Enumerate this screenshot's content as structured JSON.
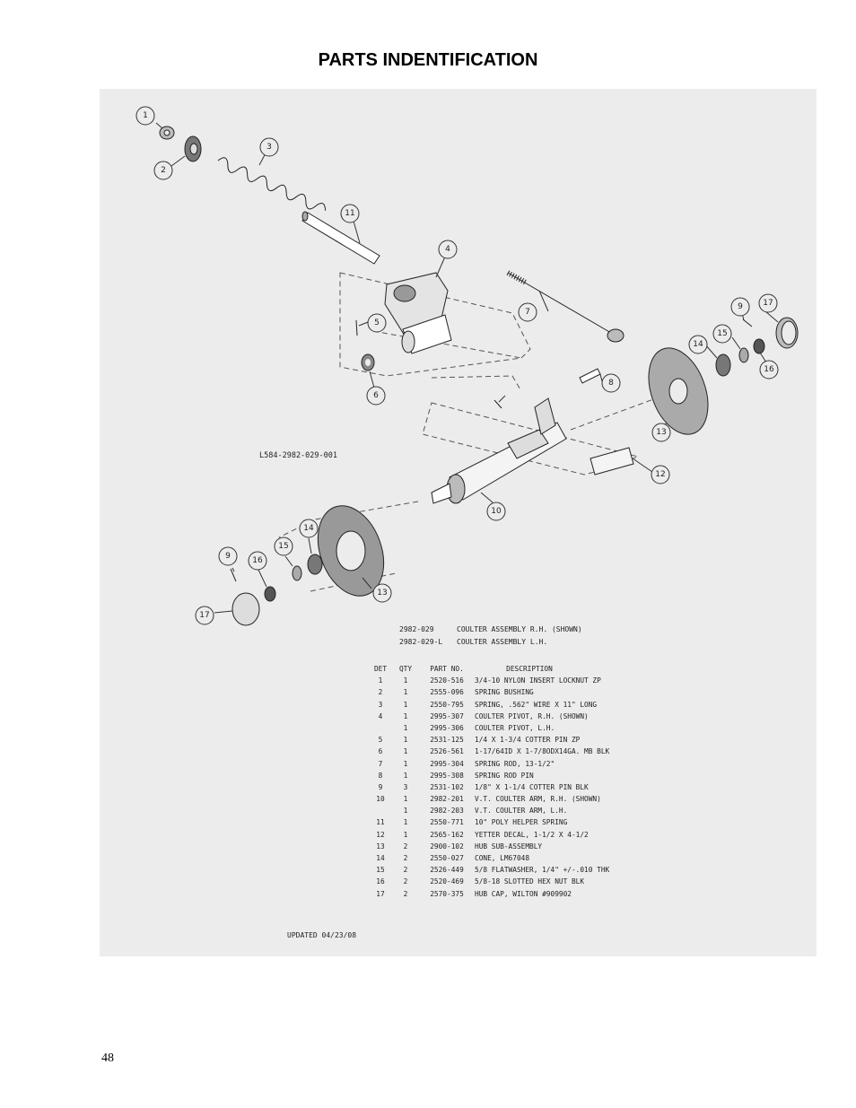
{
  "page": {
    "title": "PARTS INDENTIFICATION",
    "page_number": "48"
  },
  "diagram": {
    "drawing_number": "L584-2982-029-001",
    "callouts": [
      "1",
      "2",
      "3",
      "11",
      "4",
      "7",
      "9",
      "17",
      "5",
      "14",
      "15",
      "16",
      "6",
      "8",
      "13",
      "12",
      "10",
      "9",
      "14",
      "15",
      "16",
      "13",
      "17"
    ],
    "assemblies": [
      {
        "part_no": "2982-029",
        "description": "COULTER ASSEMBLY R.H. (SHOWN)"
      },
      {
        "part_no": "2982-029-L",
        "description": "COULTER ASSEMBLY L.H."
      }
    ],
    "table": {
      "headers": {
        "det": "DET",
        "qty": "QTY",
        "part_no": "PART NO.",
        "description": "DESCRIPTION"
      },
      "rows": [
        {
          "det": "1",
          "qty": "1",
          "part_no": "2520-516",
          "description": "3/4-10 NYLON INSERT LOCKNUT ZP"
        },
        {
          "det": "2",
          "qty": "1",
          "part_no": "2555-096",
          "description": "SPRING BUSHING"
        },
        {
          "det": "3",
          "qty": "1",
          "part_no": "2550-795",
          "description": "SPRING, .562\" WIRE X 11\" LONG"
        },
        {
          "det": "4",
          "qty": "1",
          "part_no": "2995-307",
          "description": "COULTER PIVOT, R.H. (SHOWN)"
        },
        {
          "det": "",
          "qty": "1",
          "part_no": "2995-306",
          "description": "COULTER PIVOT, L.H."
        },
        {
          "det": "5",
          "qty": "1",
          "part_no": "2531-125",
          "description": "1/4 X 1-3/4 COTTER PIN ZP"
        },
        {
          "det": "6",
          "qty": "1",
          "part_no": "2526-561",
          "description": "1-17/64ID X 1-7/8ODX14GA. MB BLK"
        },
        {
          "det": "7",
          "qty": "1",
          "part_no": "2995-304",
          "description": "SPRING ROD, 13-1/2\""
        },
        {
          "det": "8",
          "qty": "1",
          "part_no": "2995-308",
          "description": "SPRING ROD PIN"
        },
        {
          "det": "9",
          "qty": "3",
          "part_no": "2531-102",
          "description": "1/8\" X 1-1/4 COTTER PIN BLK"
        },
        {
          "det": "10",
          "qty": "1",
          "part_no": "2982-201",
          "description": "V.T. COULTER ARM,  R.H. (SHOWN)"
        },
        {
          "det": "",
          "qty": "1",
          "part_no": "2982-203",
          "description": "V.T. COULTER ARM,  L.H."
        },
        {
          "det": "11",
          "qty": "1",
          "part_no": "2550-771",
          "description": "10\" POLY HELPER SPRING"
        },
        {
          "det": "12",
          "qty": "1",
          "part_no": "2565-162",
          "description": "YETTER DECAL, 1-1/2 X 4-1/2"
        },
        {
          "det": "13",
          "qty": "2",
          "part_no": "2900-102",
          "description": "HUB SUB-ASSEMBLY"
        },
        {
          "det": "14",
          "qty": "2",
          "part_no": "2550-027",
          "description": "CONE, LM67048"
        },
        {
          "det": "15",
          "qty": "2",
          "part_no": "2526-449",
          "description": "5/8 FLATWASHER, 1/4\" +/-.010 THK"
        },
        {
          "det": "16",
          "qty": "2",
          "part_no": "2520-469",
          "description": "5/8-18 SLOTTED HEX NUT BLK"
        },
        {
          "det": "17",
          "qty": "2",
          "part_no": "2570-375",
          "description": "HUB CAP, WILTON #909902"
        }
      ]
    },
    "updated": "UPDATED 04/23/08"
  }
}
